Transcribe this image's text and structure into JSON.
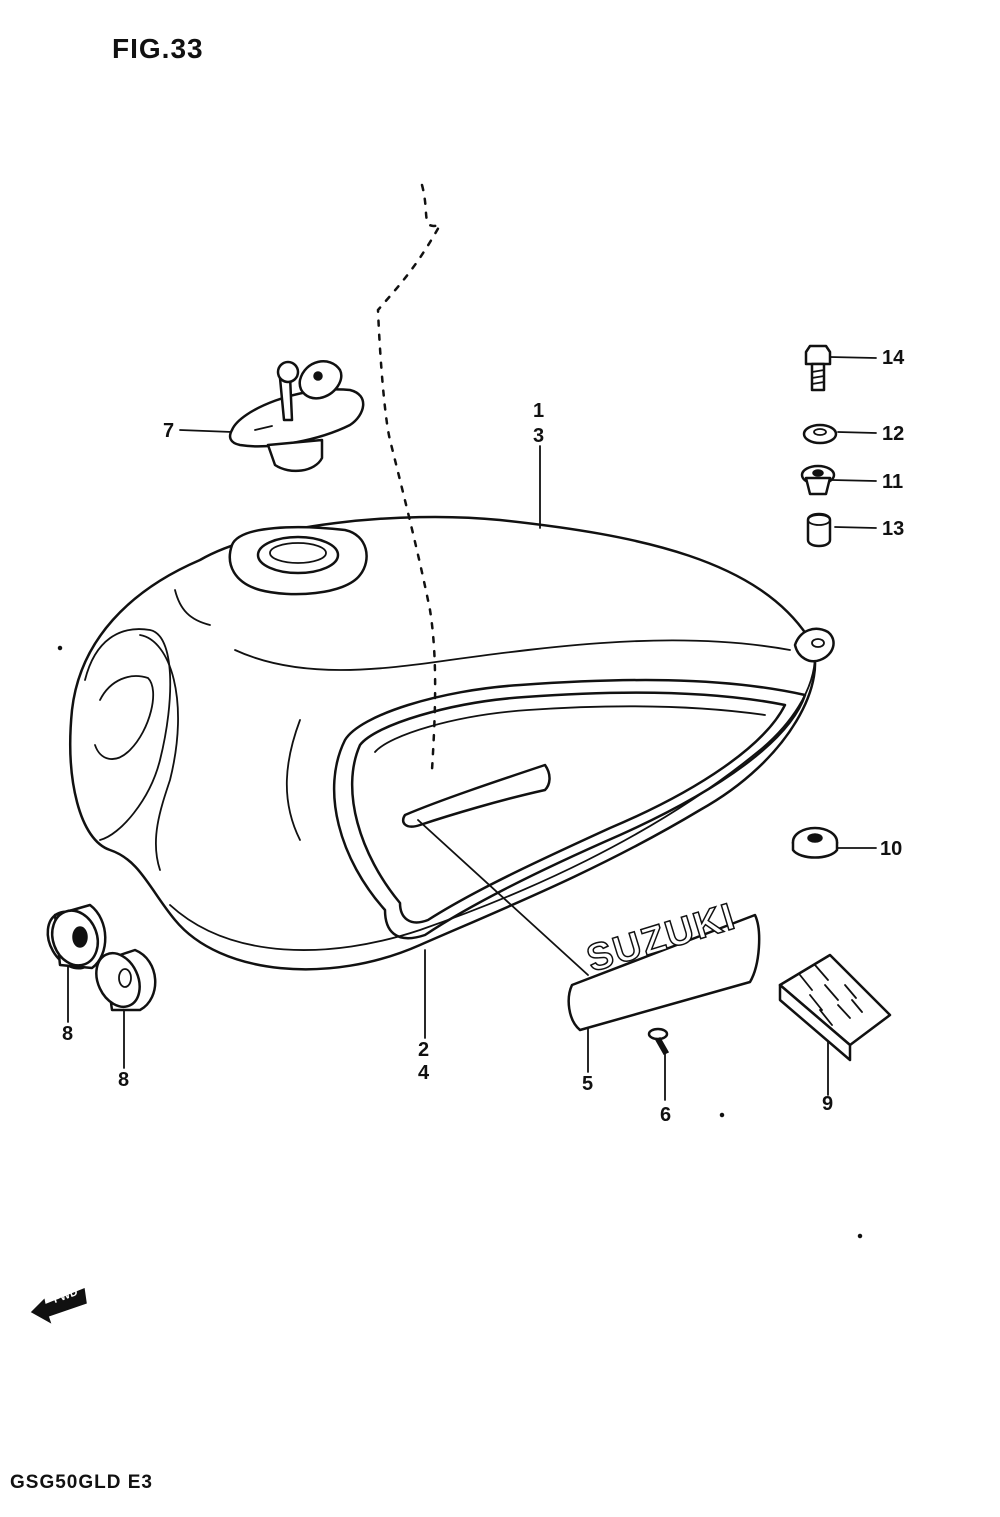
{
  "figure": {
    "title": "FIG.33",
    "footer": "GSG50GLD E3",
    "emblem_text": "SUZUKI",
    "fwd_text": "FWD"
  },
  "callouts": {
    "c1": "1",
    "c2": "2",
    "c3": "3",
    "c4": "4",
    "c5": "5",
    "c6": "6",
    "c7": "7",
    "c8a": "8",
    "c8b": "8",
    "c9": "9",
    "c10": "10",
    "c11": "11",
    "c12": "12",
    "c13": "13",
    "c14": "14"
  },
  "colors": {
    "ink": "#111111",
    "paper": "#ffffff"
  }
}
